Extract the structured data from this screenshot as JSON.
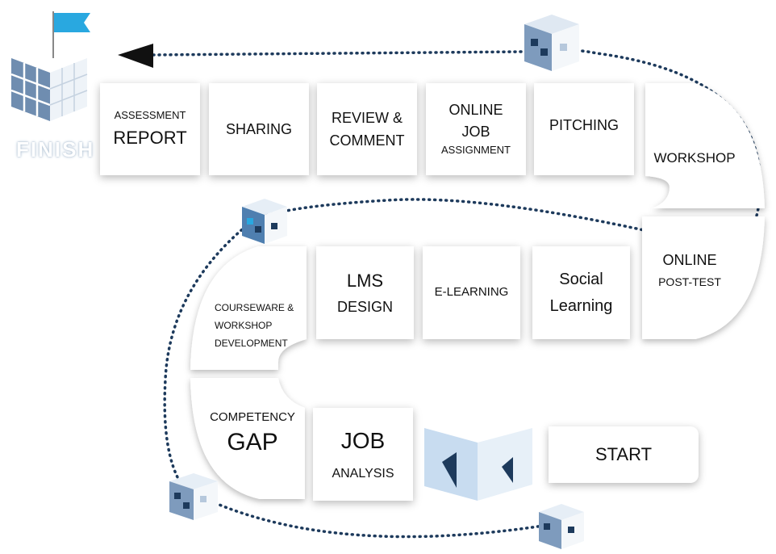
{
  "finish_label": "FINISH",
  "start_label": "START",
  "row1": {
    "assessment": [
      "ASSESSMENT",
      "REPORT"
    ],
    "sharing": "SHARING",
    "review": [
      "REVIEW &",
      "COMMENT"
    ],
    "online_job": [
      "ONLINE",
      "JOB",
      "ASSIGNMENT"
    ],
    "pitching": "PITCHING",
    "workshop": "WORKSHOP"
  },
  "row2": {
    "courseware": [
      "COURSEWARE &",
      "WORKSHOP",
      "DEVELOPMENT"
    ],
    "lms": [
      "LMS",
      "DESIGN"
    ],
    "elearning": "E-LEARNING",
    "social": [
      "Social",
      "Learning"
    ],
    "post_test": [
      "ONLINE",
      "POST-TEST"
    ]
  },
  "row3": {
    "competency": [
      "COMPETENCY",
      "GAP"
    ],
    "job_analysis": [
      "JOB",
      "ANALYSIS"
    ]
  },
  "colors": {
    "navy": "#1d3a5c",
    "light_blue": "#c8dcf0",
    "flag": "#29a8e0",
    "arrow": "#111111"
  }
}
